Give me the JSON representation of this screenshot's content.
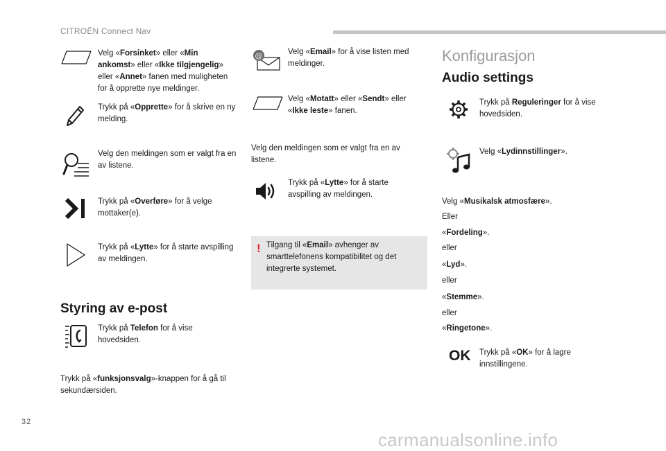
{
  "header": {
    "title": "CITROËN Connect Nav"
  },
  "page_number": "32",
  "watermark": "carmanualsonline.info",
  "left_column": {
    "steps": [
      {
        "icon": "open-folder-icon",
        "pre": "Velg «",
        "b1": "Forsinket",
        "mid1": "» eller «",
        "b2": "Min ankomst",
        "mid2": "» eller «",
        "b3": "Ikke tilgjengelig",
        "mid3": "» eller «",
        "b4": "Annet",
        "post": "» fanen med muligheten for å opprette nye meldinger."
      },
      {
        "icon": "pencil-icon",
        "pre": "Trykk på «",
        "bold": "Opprette",
        "post": "» for å skrive en ny melding."
      },
      {
        "icon": "search-list-icon",
        "text": "Velg den meldingen som er valgt fra en av listene."
      },
      {
        "icon": "forward-icon",
        "pre": "Trykk på «",
        "bold": "Overføre",
        "post": "» for å velge mottaker(e)."
      },
      {
        "icon": "play-icon",
        "pre": "Trykk på «",
        "bold": "Lytte",
        "post": "» for å starte avspilling av meldingen."
      }
    ],
    "section_title": "Styring av e-post",
    "phone_step": {
      "icon": "phone-icon",
      "pre": "Trykk på ",
      "bold": "Telefon",
      "post": " for å vise hovedsiden."
    },
    "bottom_pre": "Trykk på «",
    "bottom_bold": "funksjonsvalg",
    "bottom_post": "»-knappen for å gå til sekundærsiden."
  },
  "middle_column": {
    "email_step": {
      "icon": "email-icon",
      "pre": "Velg «",
      "bold": "Email",
      "post": "» for å vise listen med meldinger."
    },
    "tabs_step": {
      "icon": "folder-icon",
      "pre": "Velg «",
      "b1": "Motatt",
      "mid": "» eller «",
      "b2": "Sendt",
      "mid2": "» eller «",
      "b3": "Ikke leste",
      "post": "» fanen."
    },
    "select_text": "Velg den meldingen som er valgt fra en av listene.",
    "listen_step": {
      "icon": "speaker-icon",
      "pre": "Trykk på «",
      "bold": "Lytte",
      "post": "» for å starte avspilling av meldingen."
    },
    "note": {
      "mark": "!",
      "pre": "Tilgang til «",
      "bold": "Email",
      "post": "» avhenger av smarttelefonens kompatibilitet og det integrerte systemet."
    }
  },
  "right_column": {
    "title": "Konfigurasjon",
    "subtitle": "Audio settings",
    "settings_step": {
      "icon": "gear-icon",
      "pre": "Trykk på ",
      "bold": "Reguleringer",
      "post": " for å vise hovedsiden."
    },
    "sound_step": {
      "icon": "music-gear-icon",
      "pre": "Velg «",
      "bold": "Lydinnstillinger",
      "post": "»."
    },
    "options_intro": {
      "pre": "Velg «",
      "bold": "Musikalsk atmosfære",
      "post": "»."
    },
    "options": [
      {
        "plain": "Eller"
      },
      {
        "pre": "«",
        "bold": "Fordeling",
        "post": "»."
      },
      {
        "plain": "eller"
      },
      {
        "pre": "«",
        "bold": "Lyd",
        "post": "»."
      },
      {
        "plain": "eller"
      },
      {
        "pre": "«",
        "bold": "Stemme",
        "post": "»."
      },
      {
        "plain": "eller"
      },
      {
        "pre": "«",
        "bold": "Ringetone",
        "post": "»."
      }
    ],
    "ok_step": {
      "icon_text": "OK",
      "pre": "Trykk på «",
      "bold": "OK",
      "post": "» for å lagre innstillingene."
    }
  }
}
